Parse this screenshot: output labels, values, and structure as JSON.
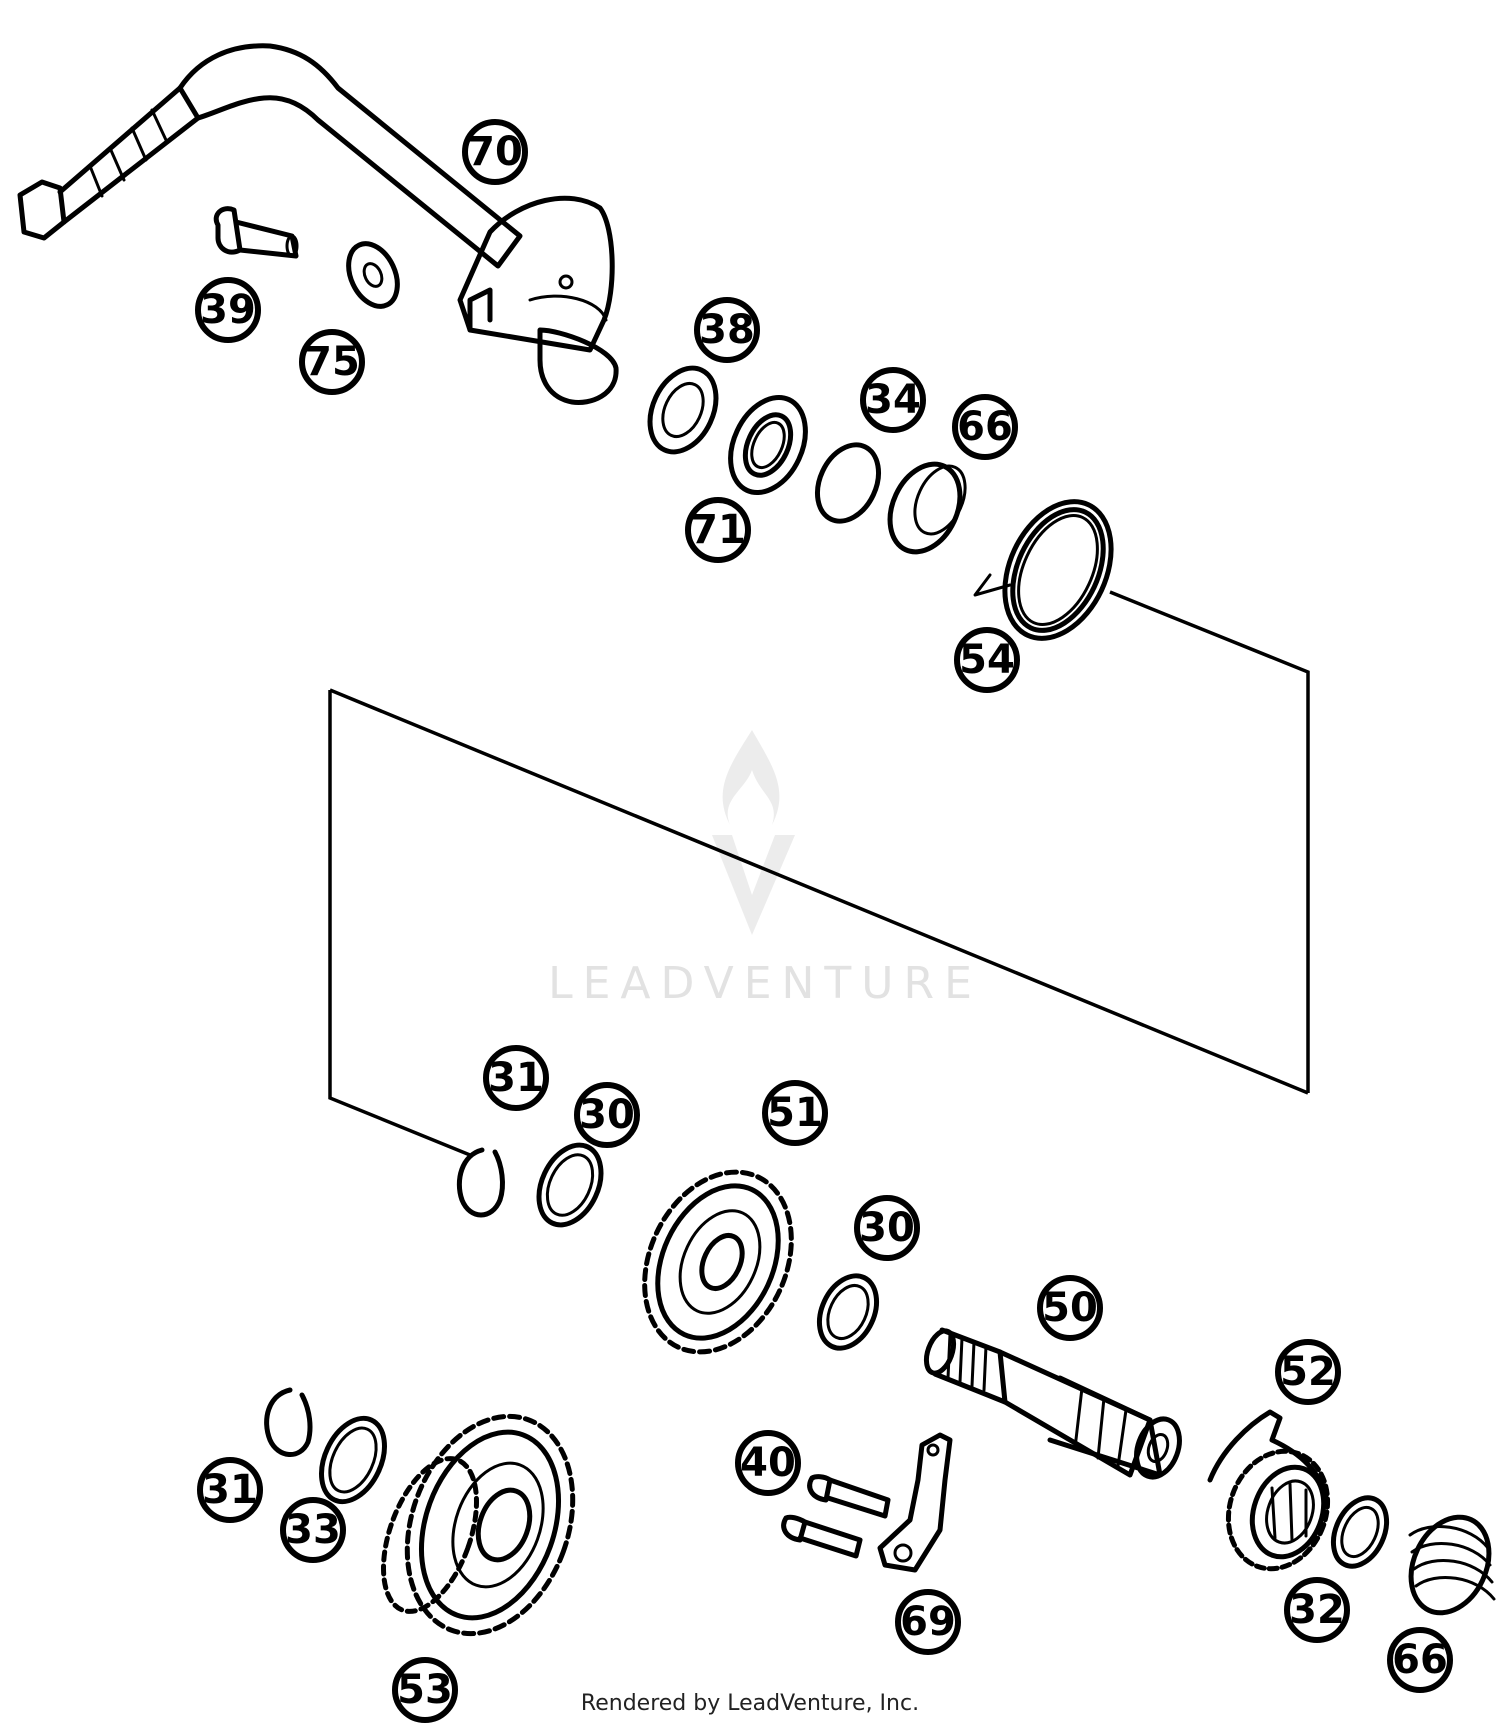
{
  "watermark": {
    "text": "LEADVENTURE"
  },
  "footer": {
    "text": "Rendered by LeadVenture, Inc."
  },
  "callouts": [
    {
      "id": "c70",
      "label": "70"
    },
    {
      "id": "c38",
      "label": "38"
    },
    {
      "id": "c75",
      "label": "75"
    },
    {
      "id": "c39",
      "label": "39"
    },
    {
      "id": "c71",
      "label": "71"
    },
    {
      "id": "c34",
      "label": "34"
    },
    {
      "id": "c66a",
      "label": "66"
    },
    {
      "id": "c54",
      "label": "54"
    },
    {
      "id": "c31a",
      "label": "31"
    },
    {
      "id": "c30a",
      "label": "30"
    },
    {
      "id": "c51",
      "label": "51"
    },
    {
      "id": "c30b",
      "label": "30"
    },
    {
      "id": "c50",
      "label": "50"
    },
    {
      "id": "c52",
      "label": "52"
    },
    {
      "id": "c40",
      "label": "40"
    },
    {
      "id": "c31b",
      "label": "31"
    },
    {
      "id": "c33",
      "label": "33"
    },
    {
      "id": "c69",
      "label": "69"
    },
    {
      "id": "c32",
      "label": "32"
    },
    {
      "id": "c66b",
      "label": "66"
    },
    {
      "id": "c53",
      "label": "53"
    }
  ]
}
